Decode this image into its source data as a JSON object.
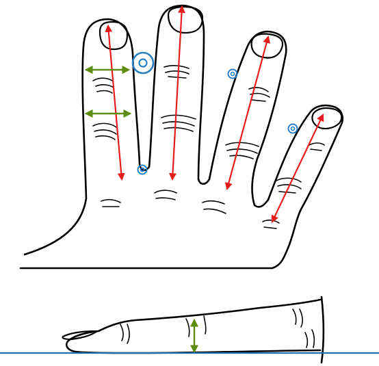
{
  "diagram": {
    "colors": {
      "outline": "#000000",
      "length_arrow": "#e81c1c",
      "width_arrow": "#5e8b12",
      "ring_marker": "#2a7fc1",
      "ground_line": "#1f6fb0",
      "background": "#ffffff"
    },
    "hand_view": {
      "finger_length_arrows": [
        "index",
        "middle",
        "ring",
        "little"
      ],
      "finger_width_arrows": [
        "index-proximal",
        "index-middle"
      ],
      "ring_markers": [
        "large",
        "small-1",
        "small-2",
        "small-3"
      ]
    },
    "side_view": {
      "finger_height_arrows": [
        "finger-thickness"
      ],
      "ground_line": true
    }
  }
}
